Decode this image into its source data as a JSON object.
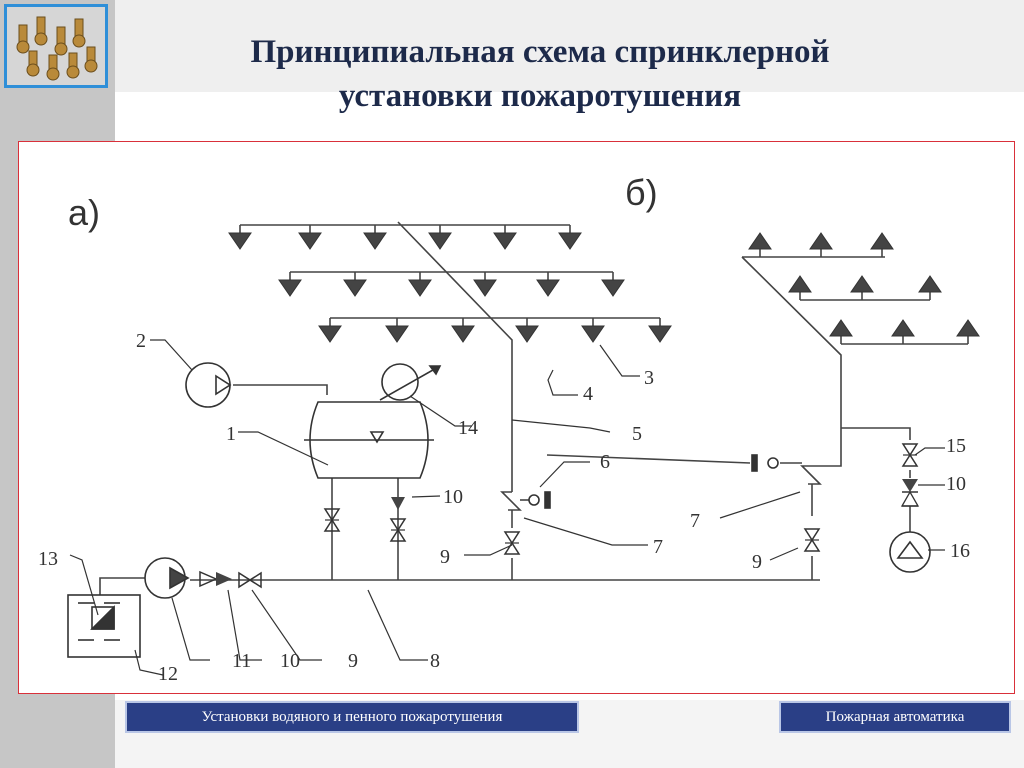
{
  "title": {
    "line1": "Принципиальная схема спринклерной",
    "line2": "установки пожаротушения"
  },
  "diagram": {
    "part_a": "а)",
    "part_b": "б)",
    "labels": {
      "l1": "1",
      "l2": "2",
      "l3": "3",
      "l4": "4",
      "l5": "5",
      "l6": "6",
      "l7a": "7",
      "l7b": "7",
      "l8": "8",
      "l9a": "9",
      "l9b": "9",
      "l9c": "9",
      "l10a": "10",
      "l10b": "10",
      "l10c": "10",
      "l11": "11",
      "l12": "12",
      "l13": "13",
      "l14": "14",
      "l15": "15",
      "l16": "16"
    }
  },
  "footer": {
    "left_button": "Установки водяного и пенного пожаротушения",
    "right_button": "Пожарная автоматика"
  },
  "colors": {
    "button_bg": "#2a3f86",
    "frame_border": "#d9303a",
    "title": "#1d2a4a",
    "logo_border": "#2f8fd8"
  },
  "icons": [
    "sprinkler-heads-photo"
  ]
}
